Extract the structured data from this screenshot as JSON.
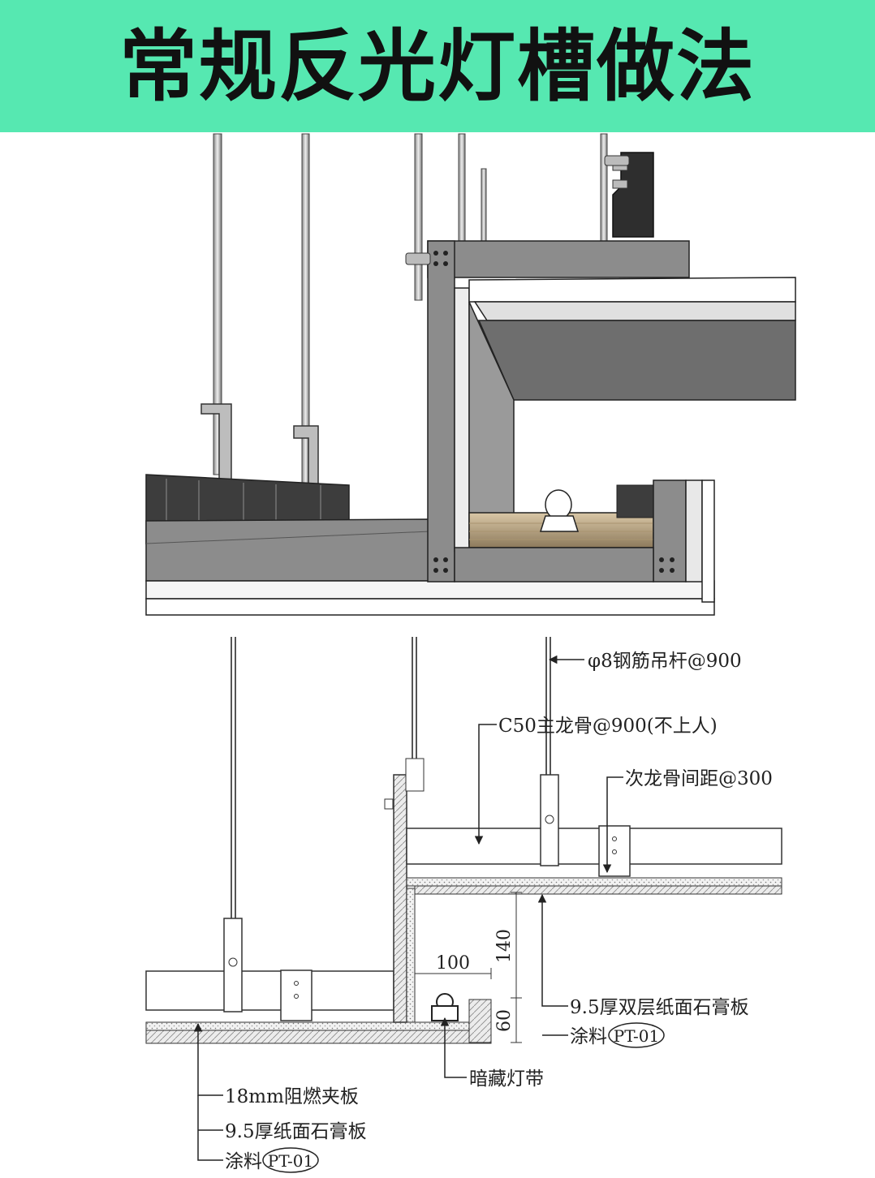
{
  "header": {
    "title": "常规反光灯槽做法",
    "background_color": "#56e8b1"
  },
  "section_drawing": {
    "labels": {
      "hanger_rod": "φ8钢筋吊杆@900",
      "main_keel": "C50主龙骨@900(不上人)",
      "sub_keel": "次龙骨间距@300",
      "double_gypsum": "9.5厚双层纸面石膏板",
      "paint_right_prefix": "涂料",
      "paint_right_tag": "PT-01",
      "hidden_light": "暗藏灯带",
      "plywood": "18mm阻燃夹板",
      "gypsum": "9.5厚纸面石膏板",
      "paint_left_prefix": "涂料",
      "paint_left_tag": "PT-01"
    },
    "dimensions": {
      "groove_width": "100",
      "drop_height": "140",
      "lip_height": "60"
    }
  }
}
